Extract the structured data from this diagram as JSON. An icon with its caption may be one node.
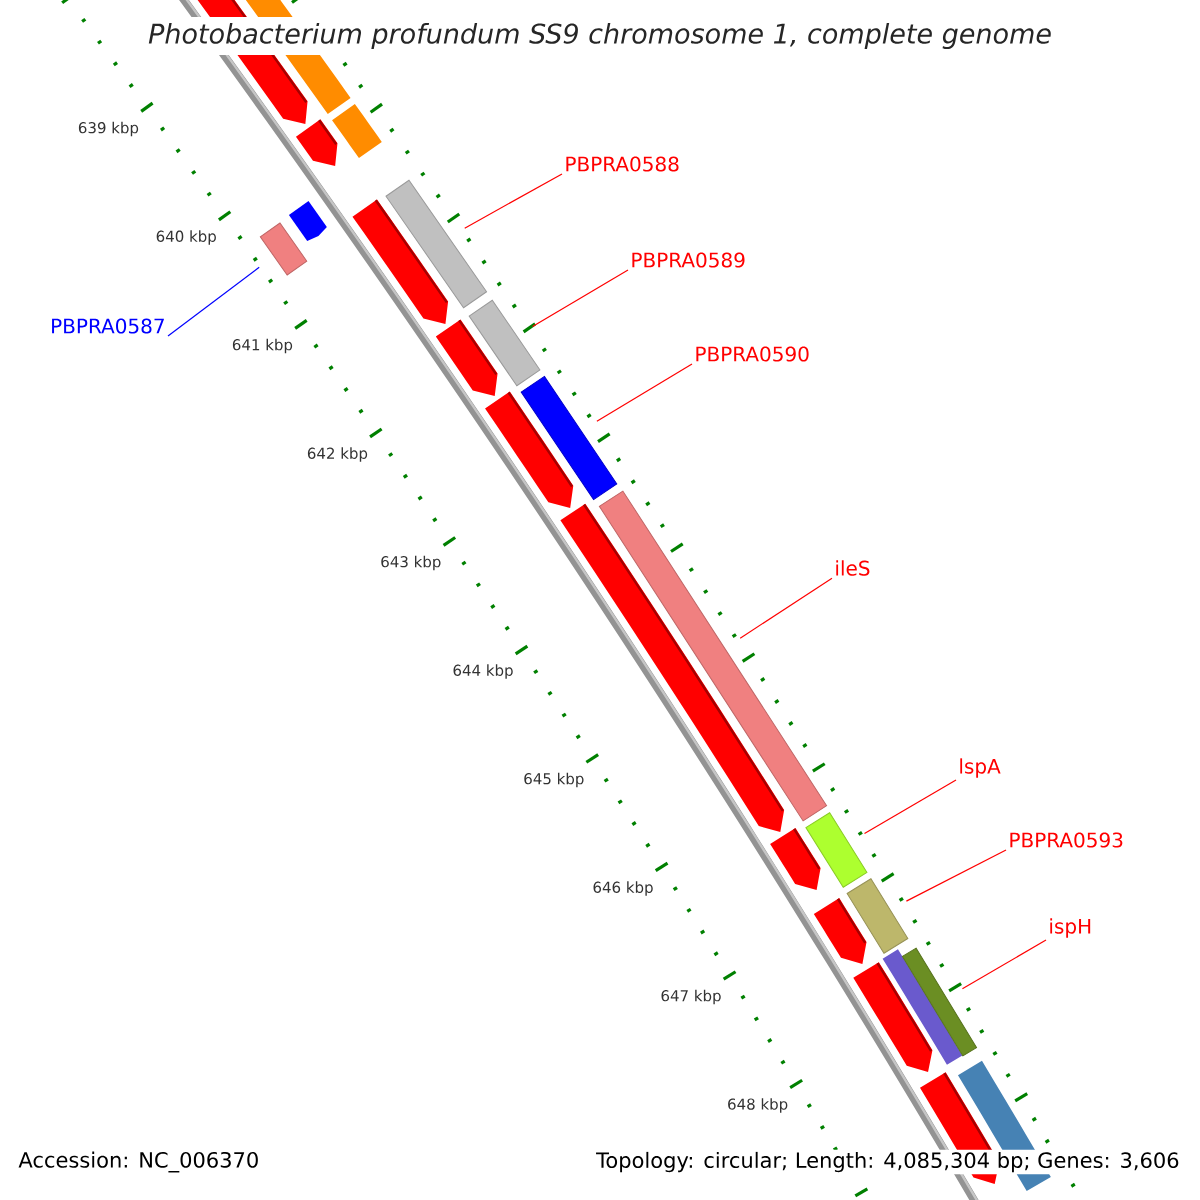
{
  "diagram": {
    "title": "Photobacterium profundum SS9 chromosome 1, complete genome",
    "nodes": [
      {
        "text": [
          "PBPRA0588"
        ]
      },
      {
        "text": [
          "PBPRA0589"
        ]
      },
      {
        "text": [
          "PBPRA0590"
        ]
      },
      {
        "text": [
          "ileS"
        ]
      },
      {
        "text": [
          "lspA"
        ]
      },
      {
        "text": [
          "PBPRA0593"
        ]
      },
      {
        "text": [
          "ispH"
        ]
      },
      {
        "text": [
          "PBPRA0587"
        ]
      },
      {
        "text": [],
        "shape": "bar"
      },
      {
        "text": [],
        "shape": "bar"
      },
      {
        "text": [],
        "shape": "bar"
      },
      {
        "text": [],
        "shape": "bar"
      },
      {
        "text": [],
        "shape": "bar"
      },
      {
        "text": [],
        "shape": "bar"
      },
      {
        "text": [],
        "shape": "bar"
      },
      {
        "text": [],
        "shape": "bar"
      }
    ],
    "edges": [
      {
        "from": 0,
        "to": 8,
        "arrow": "none"
      },
      {
        "from": 1,
        "to": 9,
        "arrow": "none"
      },
      {
        "from": 2,
        "to": 10,
        "arrow": "none"
      },
      {
        "from": 3,
        "to": 11,
        "arrow": "none"
      },
      {
        "from": 4,
        "to": 12,
        "arrow": "none"
      },
      {
        "from": 5,
        "to": 13,
        "arrow": "none"
      },
      {
        "from": 6,
        "to": 14,
        "arrow": "none"
      },
      {
        "from": 7,
        "to": 15,
        "arrow": "none",
        "color": "#0000ff"
      }
    ],
    "labels": [
      "639 kbp",
      "640 kbp",
      "641 kbp",
      "642 kbp",
      "643 kbp",
      "644 kbp",
      "645 kbp",
      "646 kbp",
      "647 kbp",
      "648 kbp",
      "Accession: NC_006370",
      "Topology: circular; Length: 4,085,304 bp; Genes: 3,606"
    ]
  }
}
